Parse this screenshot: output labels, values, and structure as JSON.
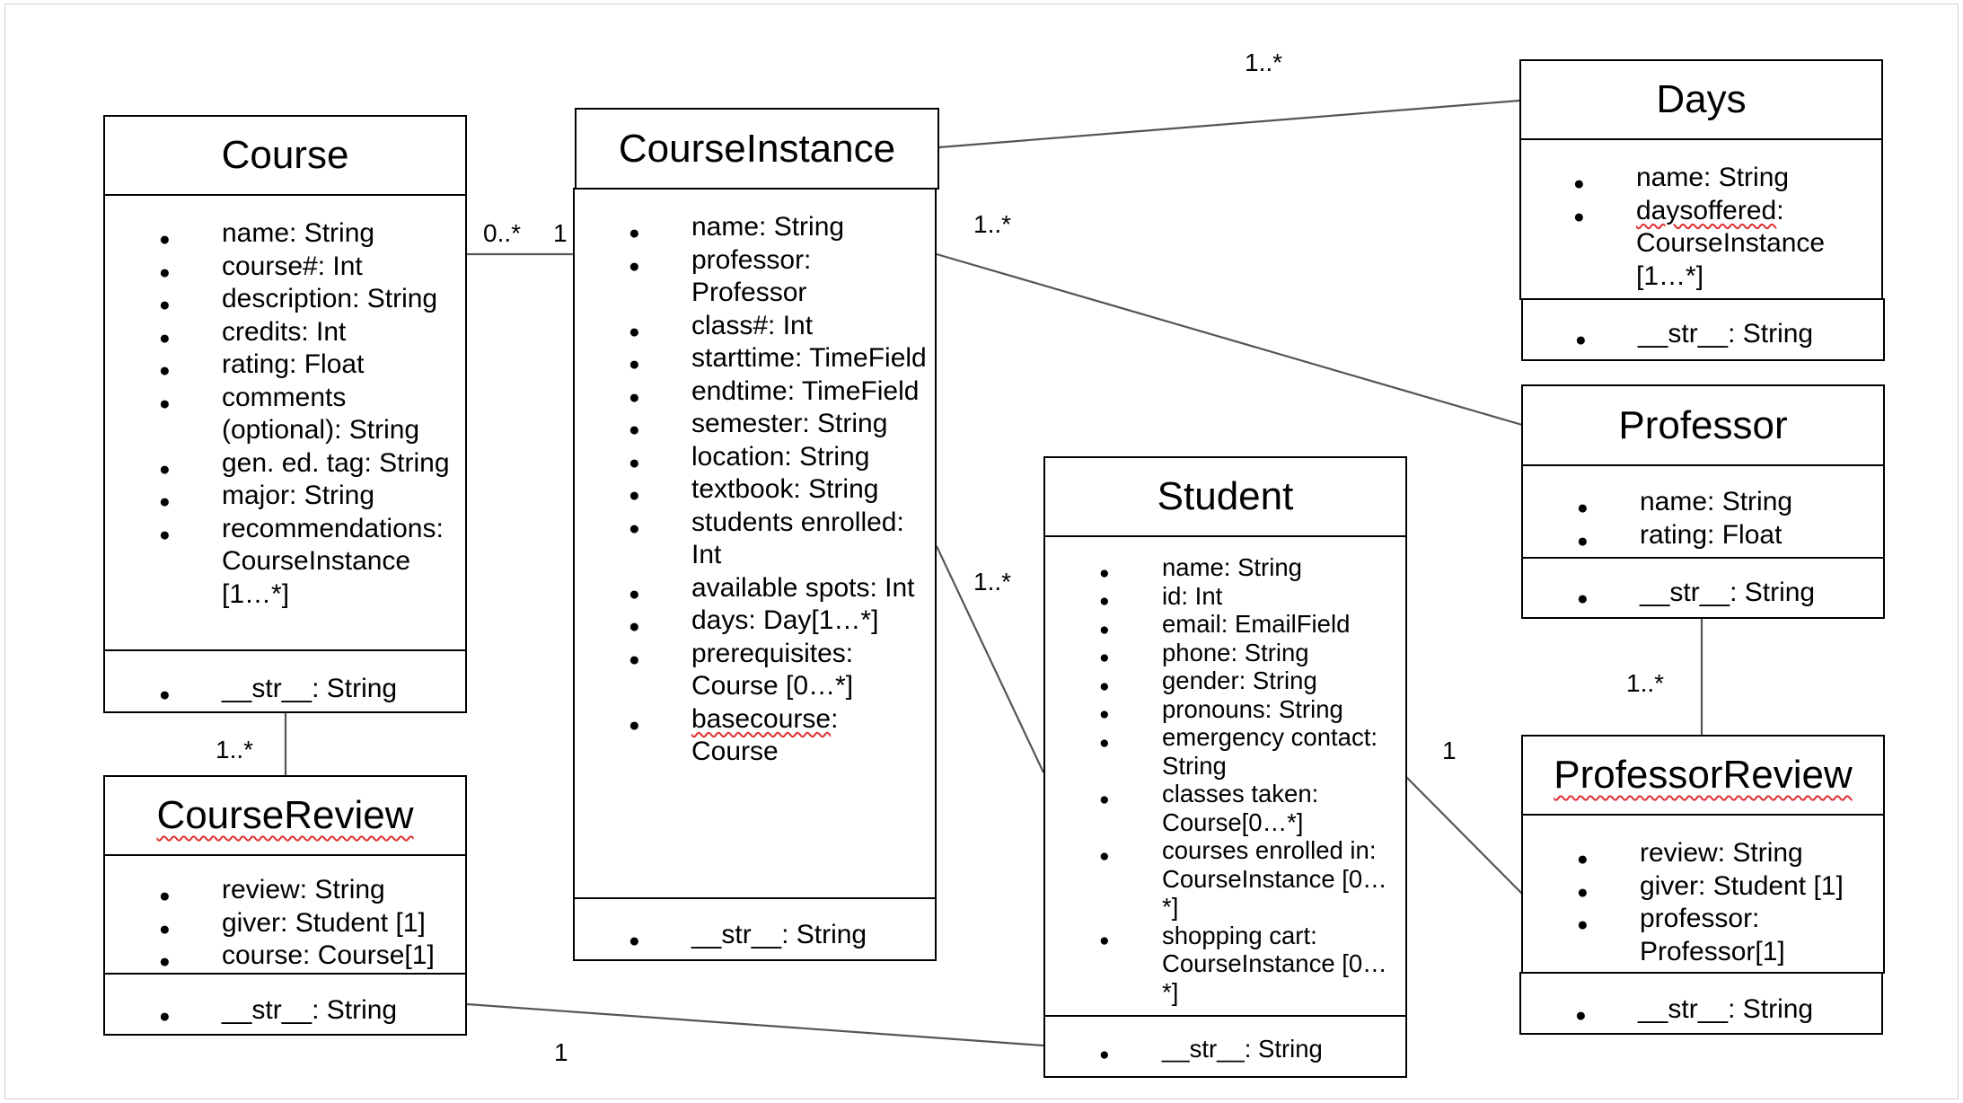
{
  "classes": {
    "course": {
      "name": "Course",
      "attributes": [
        "name: String",
        "course#: Int",
        "description: String",
        "credits: Int",
        "rating: Float",
        "comments (optional): String",
        "gen. ed. tag: String",
        "major: String",
        "recommendations: CourseInstance [1…*]"
      ],
      "methods": [
        "__str__: String"
      ]
    },
    "course_instance": {
      "name": "CourseInstance",
      "attributes": [
        "name: String",
        "professor: Professor",
        "class#: Int",
        "starttime: TimeField",
        "endtime: TimeField",
        "semester: String",
        "location: String",
        "textbook: String",
        "students enrolled: Int",
        "available spots: Int",
        "days: Day[1…*]",
        "prerequisites: Course [0…*]"
      ],
      "attribute_basecourse": {
        "name": "basecourse",
        "type": ": Course"
      },
      "methods": [
        "__str__: String"
      ]
    },
    "days": {
      "name": "Days",
      "attributes": [
        "name: String"
      ],
      "attribute_daysoffered": {
        "name": "daysoffered",
        "type": ": CourseInstance [1…*]"
      },
      "methods": [
        "__str__: String"
      ]
    },
    "professor": {
      "name": "Professor",
      "attributes": [
        "name: String",
        "rating: Float"
      ],
      "methods": [
        "__str__: String"
      ]
    },
    "student": {
      "name": "Student",
      "attributes": [
        "name: String",
        "id: Int",
        "email: EmailField",
        "phone: String",
        "gender: String",
        "pronouns: String",
        "emergency contact: String",
        "classes taken: Course[0…*]",
        "courses enrolled in: CourseInstance [0…*]",
        "shopping cart: CourseInstance [0…*]"
      ],
      "methods": [
        "__str__: String"
      ]
    },
    "course_review": {
      "name": "CourseReview",
      "attributes": [
        "review: String",
        "giver: Student [1]",
        "course: Course[1]"
      ],
      "methods": [
        "__str__: String"
      ]
    },
    "professor_review": {
      "name": "ProfessorReview",
      "attributes": [
        "review: String",
        "giver: Student [1]",
        "professor: Professor[1]"
      ],
      "methods": [
        "__str__: String"
      ]
    }
  },
  "multiplicities": {
    "course_ci_course_end": "0..*",
    "course_ci_ci_end": "1",
    "ci_days": "1..*",
    "ci_professor": "1..*",
    "ci_student": "1..*",
    "course_coursereview": "1..*",
    "coursereview_student": "1",
    "student_professorreview": "1",
    "professor_professorreview": "1..*"
  }
}
